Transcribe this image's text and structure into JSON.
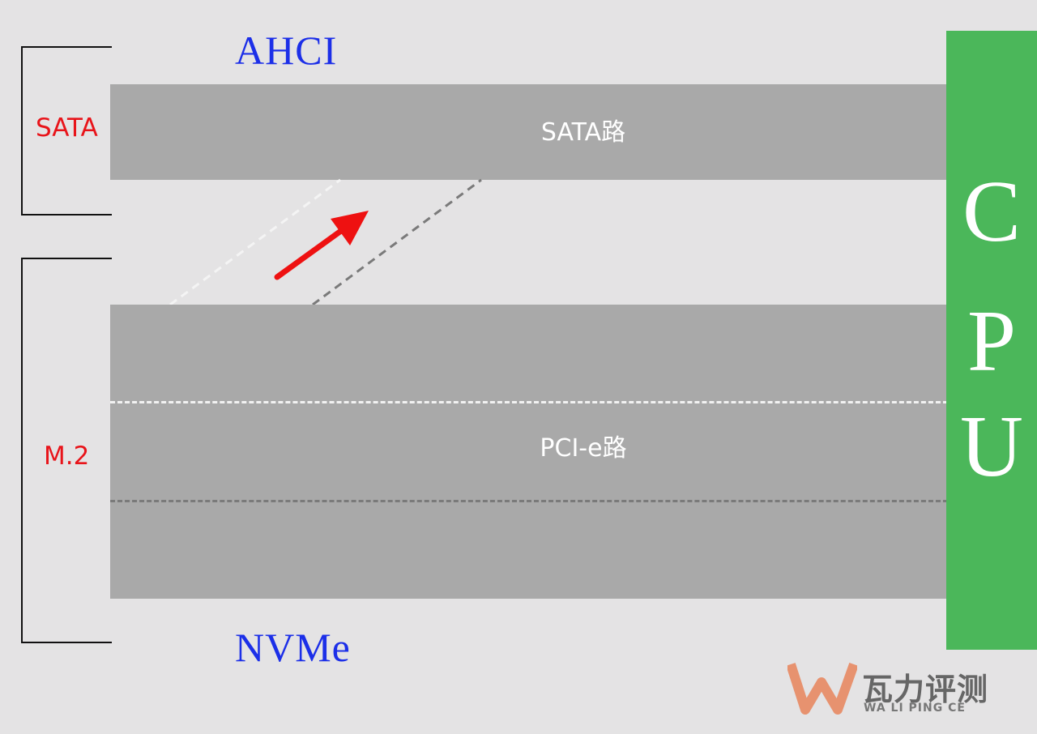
{
  "protocols": {
    "top": "AHCI",
    "bottom": "NVMe"
  },
  "interfaces": {
    "sata": "SATA",
    "m2": "M.2"
  },
  "roads": {
    "sata": "SATA路",
    "pcie": "PCI-e路"
  },
  "cpu": {
    "letters": [
      "C",
      "P",
      "U"
    ]
  },
  "logo": {
    "title": "瓦力评测",
    "subtitle": "WA LI PING CE"
  },
  "colors": {
    "background": "#e4e3e4",
    "road": "#a9a9a9",
    "cpu": "#4bb75a",
    "protocol_text": "#1c2fe8",
    "interface_text": "#e8141a",
    "arrow": "#ee1111",
    "logo_accent": "#e8845a"
  },
  "icons": {
    "arrow": "red-arrow-up-right",
    "logo": "w-logo-icon"
  }
}
